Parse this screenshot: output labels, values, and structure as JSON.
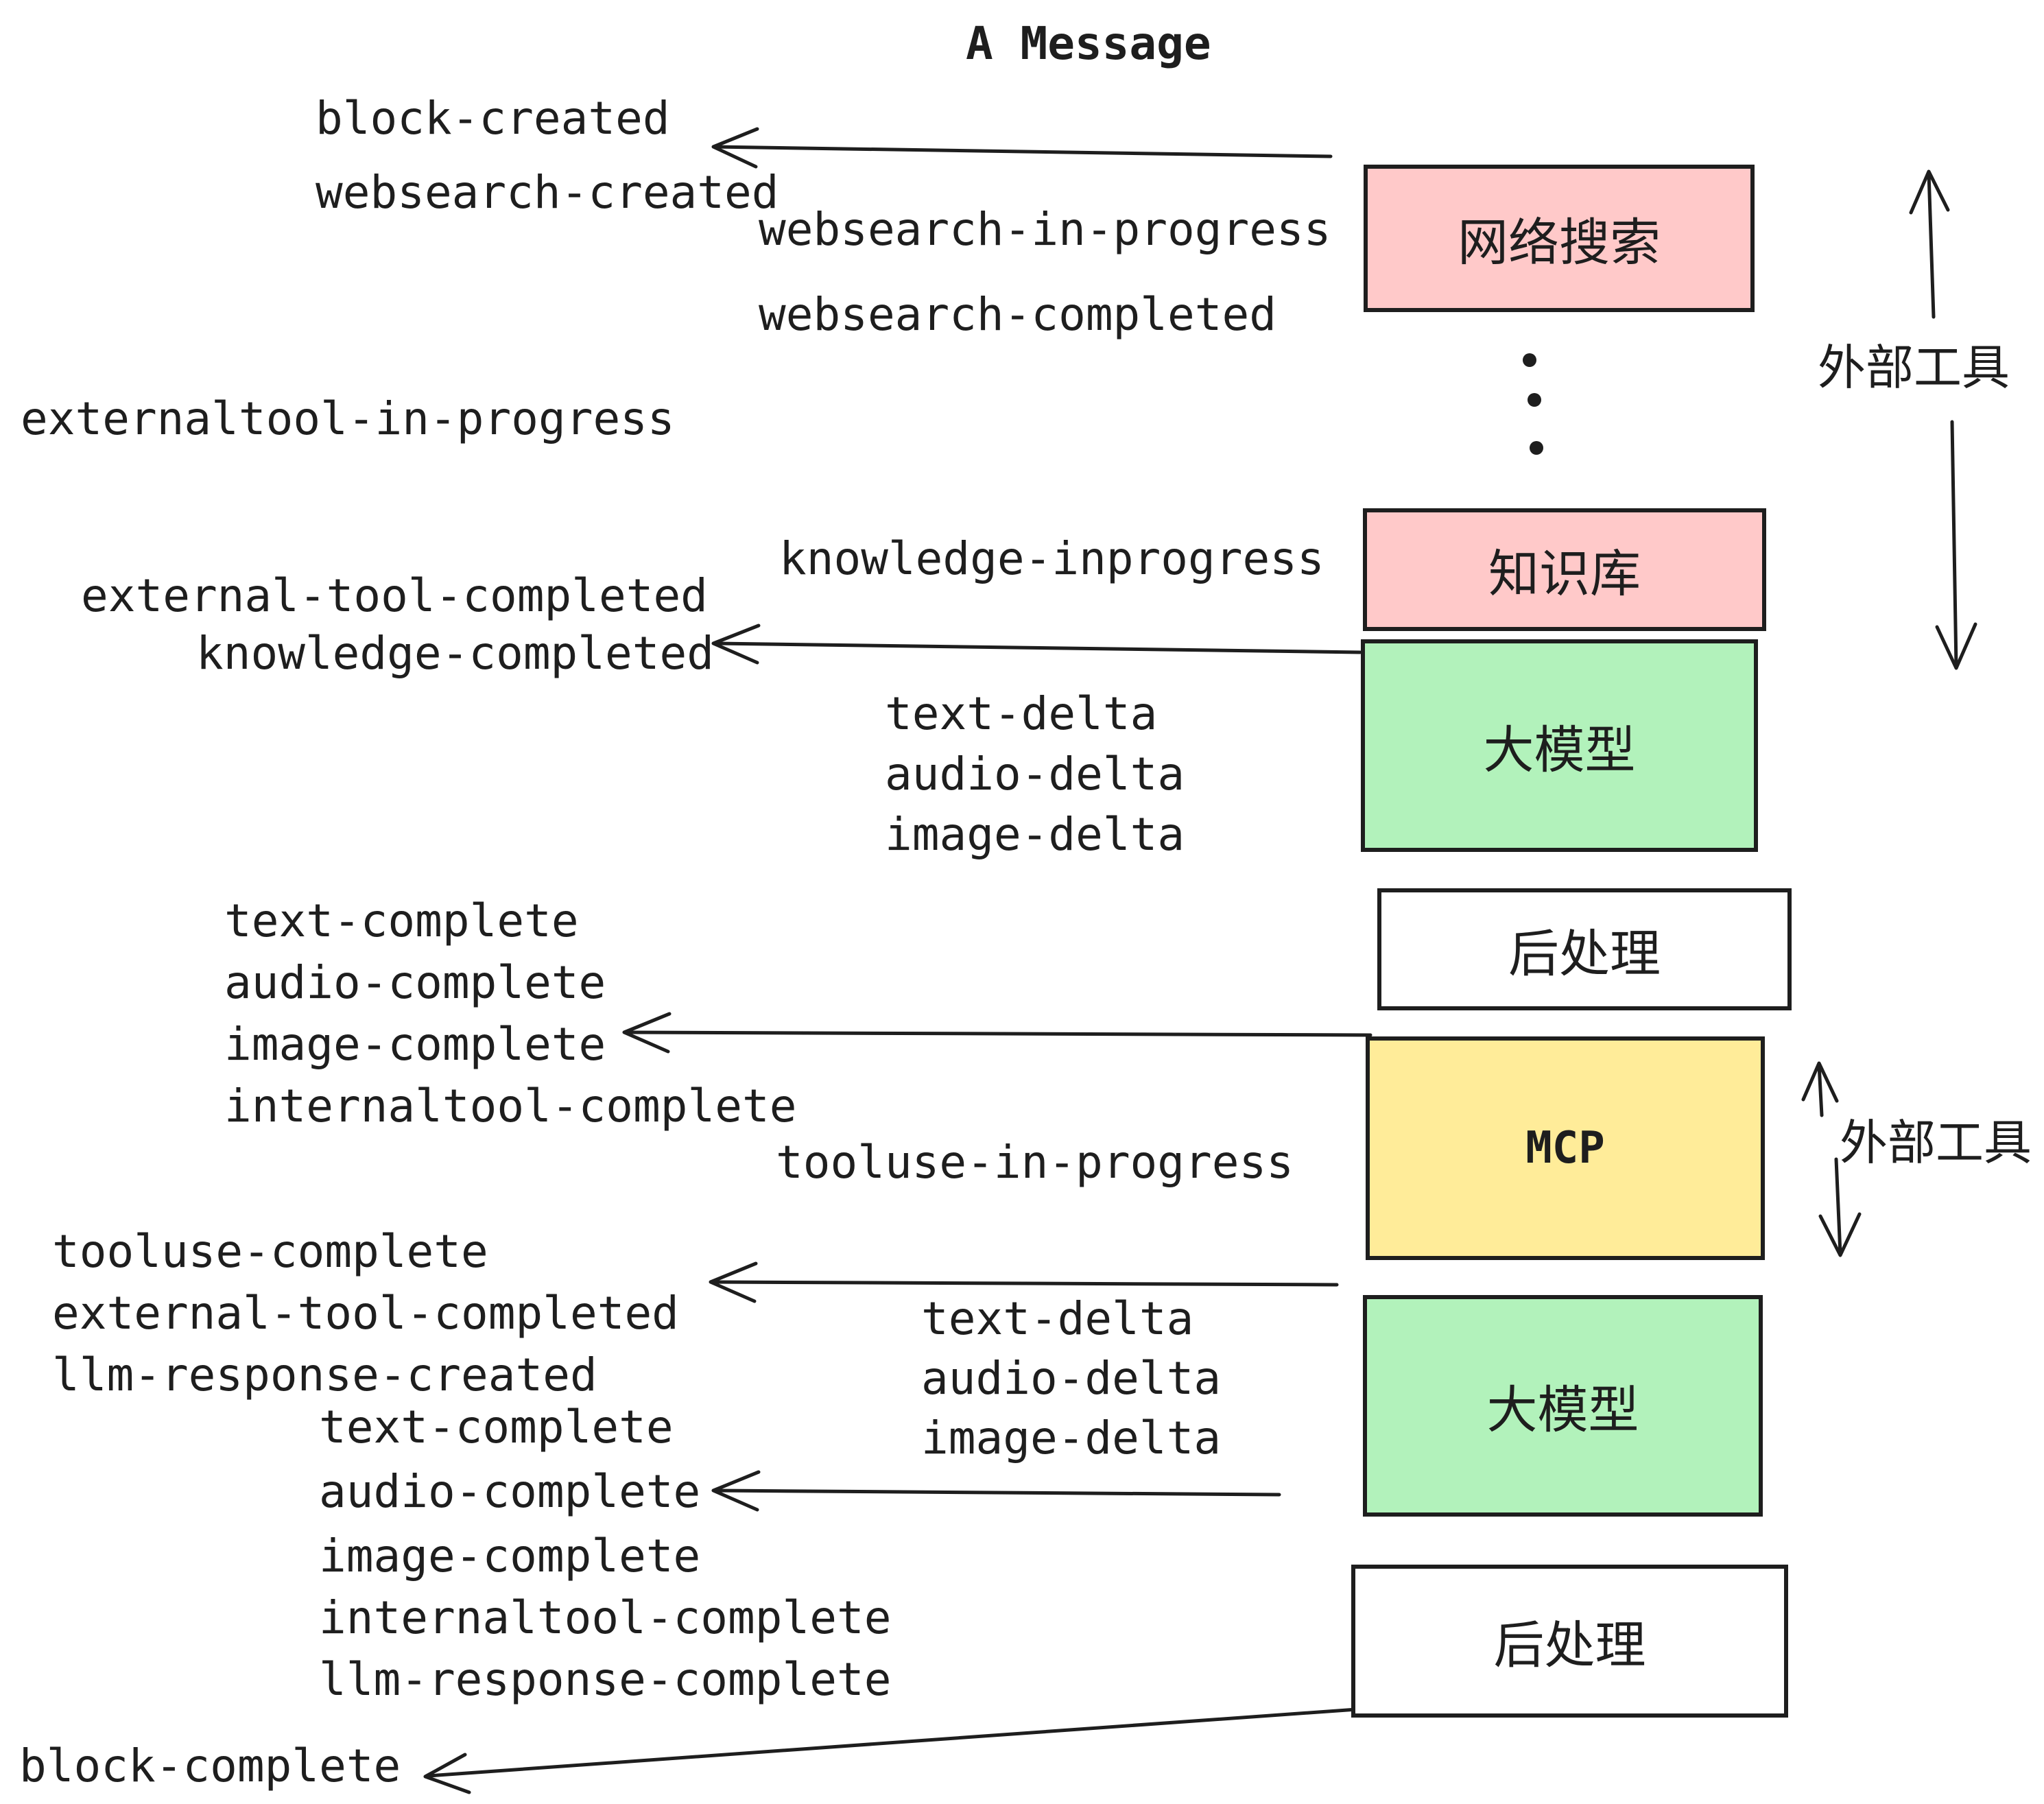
{
  "title": "A Message",
  "colors": {
    "background": "#ffffff",
    "stroke": "#1e1e1e",
    "box_pink": "#ffc9c9",
    "box_green": "#b2f2bb",
    "box_yellow": "#ffec99",
    "box_white": "#ffffff"
  },
  "boxes": [
    {
      "label": "网络搜索"
    },
    {
      "label": "知识库"
    },
    {
      "label": "大模型"
    },
    {
      "label": "后处理"
    },
    {
      "label": "MCP"
    },
    {
      "label": "大模型"
    },
    {
      "label": "后处理"
    }
  ],
  "annotations": {
    "external_tools_top": "外部工具",
    "external_tools_mcp": "外部工具"
  },
  "events": [
    "block-created",
    "websearch-created",
    "websearch-in-progress",
    "websearch-completed",
    "externaltool-in-progress",
    "knowledge-inprogress",
    "external-tool-completed",
    "knowledge-completed",
    "text-delta",
    "audio-delta",
    "image-delta",
    "text-complete",
    "audio-complete",
    "image-complete",
    "internaltool-complete",
    "tooluse-in-progress",
    "tooluse-complete",
    "external-tool-completed",
    "llm-response-created",
    "text-complete",
    "audio-complete",
    "image-complete",
    "internaltool-complete",
    "llm-response-complete",
    "block-complete",
    "text-delta",
    "audio-delta",
    "image-delta"
  ]
}
